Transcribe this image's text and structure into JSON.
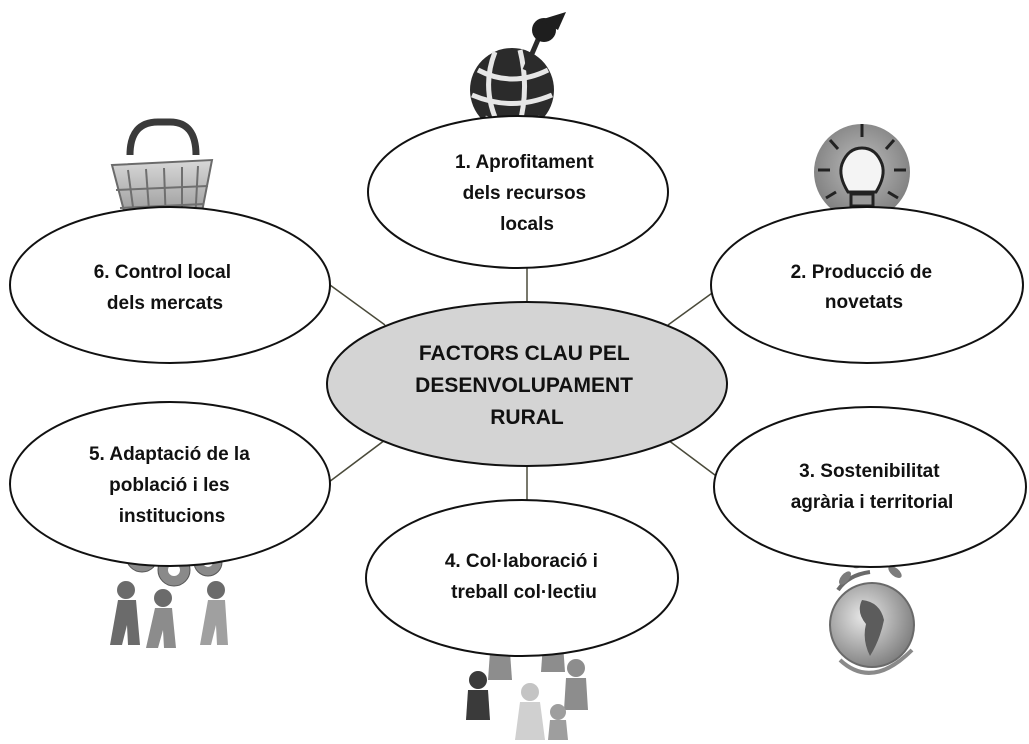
{
  "diagram": {
    "center": {
      "lines": [
        "FACTORS CLAU PEL",
        "DESENVOLUPAMENT",
        "RURAL"
      ],
      "fill": "#d4d4d4"
    },
    "nodes": [
      {
        "id": "1",
        "lines": [
          "1. Aprofitament",
          "dels recursos",
          "locals"
        ],
        "icon": "globe-with-pin-icon"
      },
      {
        "id": "2",
        "lines": [
          "2. Producció de",
          "novetats"
        ],
        "icon": "lightbulb-icon"
      },
      {
        "id": "3",
        "lines": [
          "3. Sostenibilitat",
          "agrària i territorial"
        ],
        "icon": "globe-with-leaves-icon"
      },
      {
        "id": "4",
        "lines": [
          "4. Col·laboració i",
          "treball col·lectiu"
        ],
        "icon": "people-circle-icon"
      },
      {
        "id": "5",
        "lines": [
          "5. Adaptació de la",
          "població i les",
          "institucions"
        ],
        "icon": "gears-people-icon"
      },
      {
        "id": "6",
        "lines": [
          "6. Control local",
          "dels mercats"
        ],
        "icon": "shopping-basket-icon"
      }
    ],
    "colors": {
      "node_fill": "#ffffff",
      "stroke": "#111111",
      "connector": "#4a4a3a"
    }
  }
}
